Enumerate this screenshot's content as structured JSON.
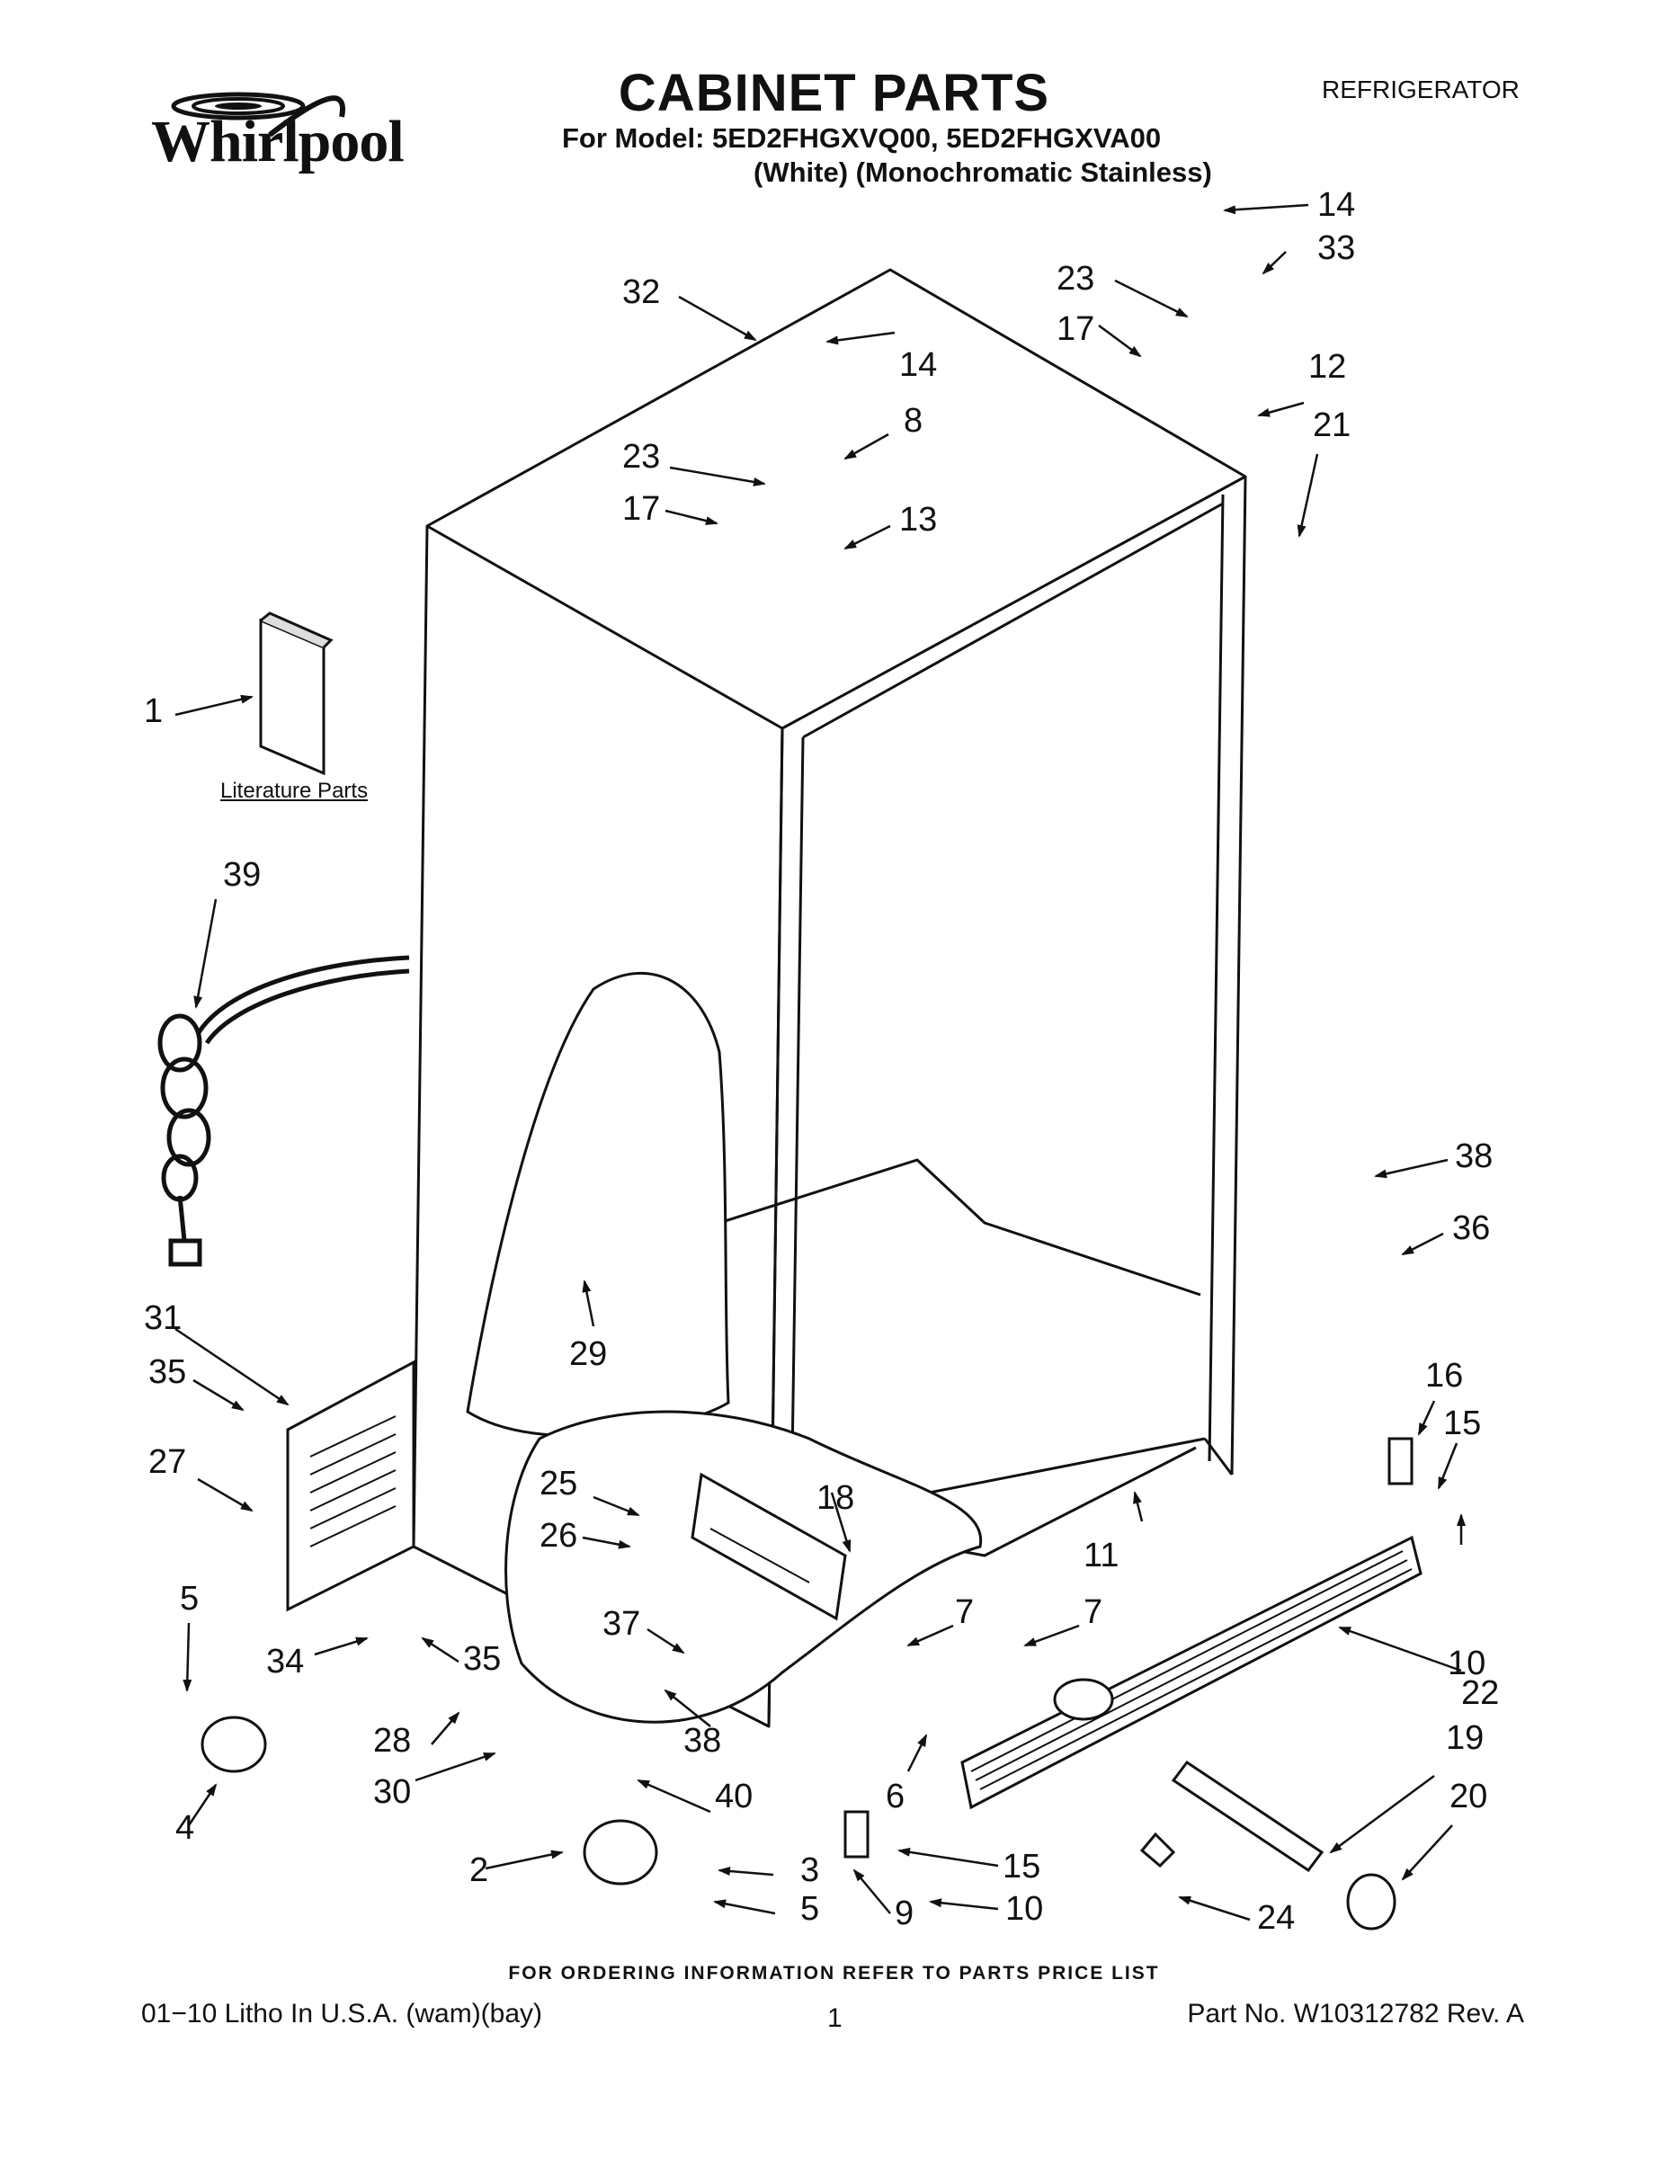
{
  "header": {
    "brand": "Whirlpool",
    "title": "CABINET PARTS",
    "model_line": "For Model: 5ED2FHGXVQ00, 5ED2FHGXVA00",
    "variant_line": "(White)  (Monochromatic Stainless)",
    "appliance": "REFRIGERATOR"
  },
  "diagram": {
    "literature_label": "Literature Parts",
    "callouts": [
      "14",
      "33",
      "23",
      "17",
      "12",
      "21",
      "32",
      "14",
      "8",
      "23",
      "17",
      "13",
      "1",
      "39",
      "38",
      "36",
      "31",
      "35",
      "29",
      "16",
      "15",
      "27",
      "25",
      "18",
      "11",
      "26",
      "10",
      "5",
      "34",
      "35",
      "7",
      "7",
      "22",
      "37",
      "28",
      "38",
      "6",
      "19",
      "20",
      "4",
      "30",
      "40",
      "2",
      "3",
      "15",
      "5",
      "9",
      "10",
      "24"
    ]
  },
  "footer": {
    "order_note": "FOR ORDERING INFORMATION REFER TO PARTS PRICE LIST",
    "litho": "01−10 Litho In U.S.A. (wam)(bay)",
    "page": "1",
    "part_no": "Part No. W10312782 Rev. A"
  }
}
